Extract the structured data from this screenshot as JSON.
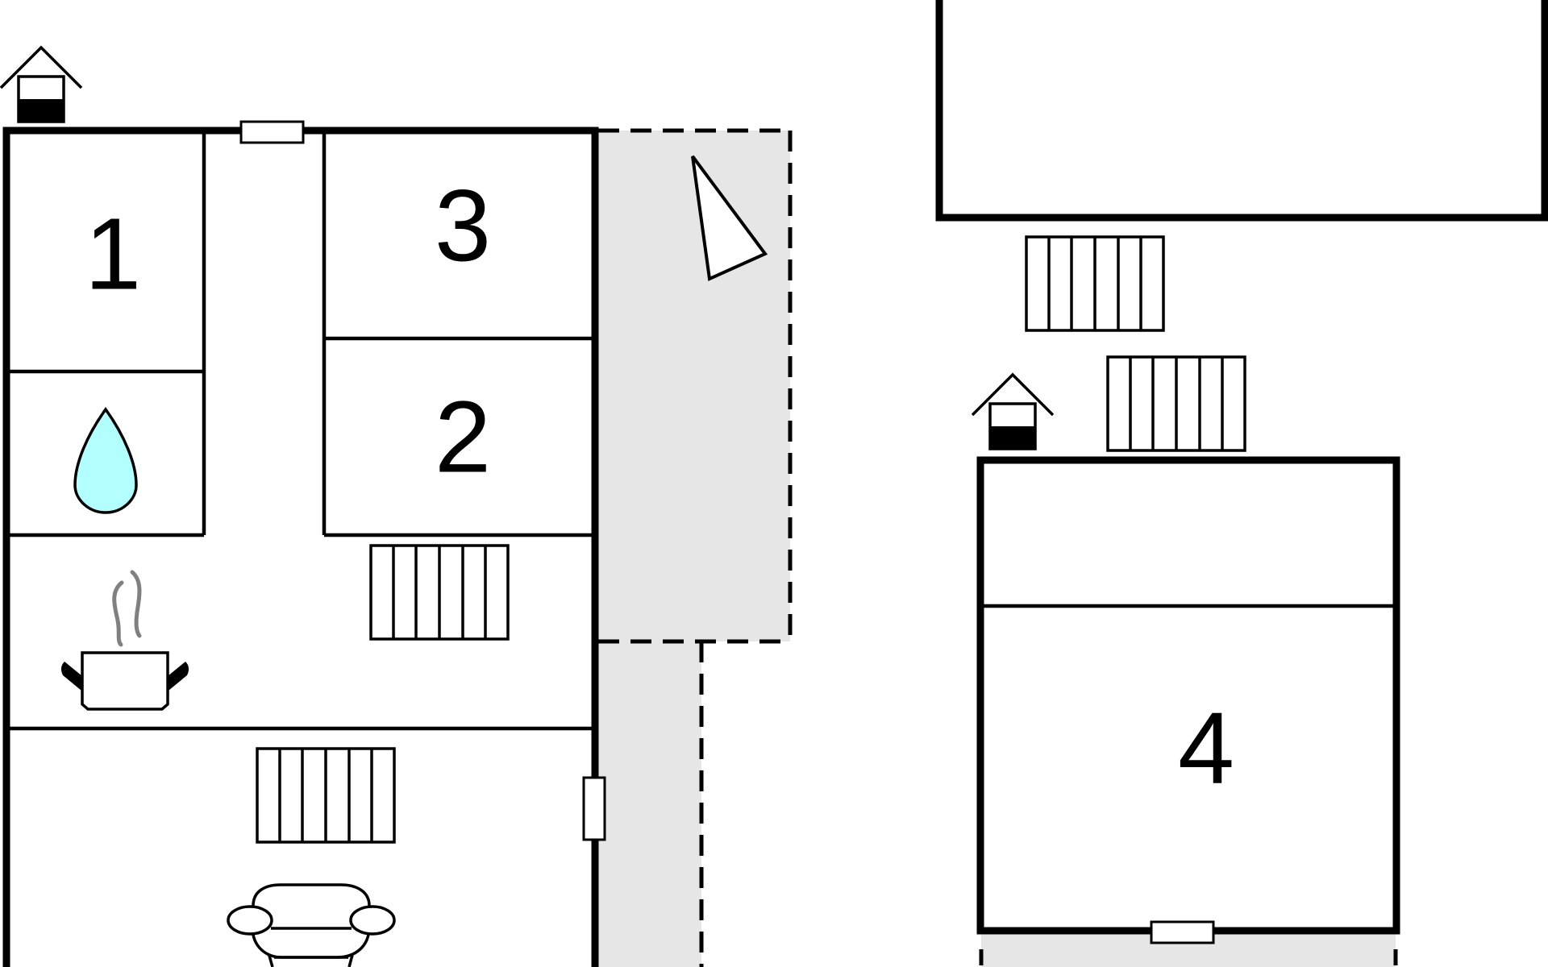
{
  "rooms": {
    "room_1": {
      "label": "1"
    },
    "room_2": {
      "label": "2"
    },
    "room_3": {
      "label": "3"
    },
    "room_4": {
      "label": "4"
    }
  },
  "icons": {
    "entrance": "house-entrance-icon",
    "bathroom": "water-drop-icon",
    "kitchen": "cooking-pot-icon",
    "living": "sofa-icon",
    "stairs": "stairs-icon",
    "terrace": "terrace-pennant-icon"
  },
  "colors": {
    "wall": "#000000",
    "terrace_fill": "#e6e6e6",
    "water_drop": "#b3ffff",
    "steam": "#808080",
    "background": "#ffffff"
  }
}
